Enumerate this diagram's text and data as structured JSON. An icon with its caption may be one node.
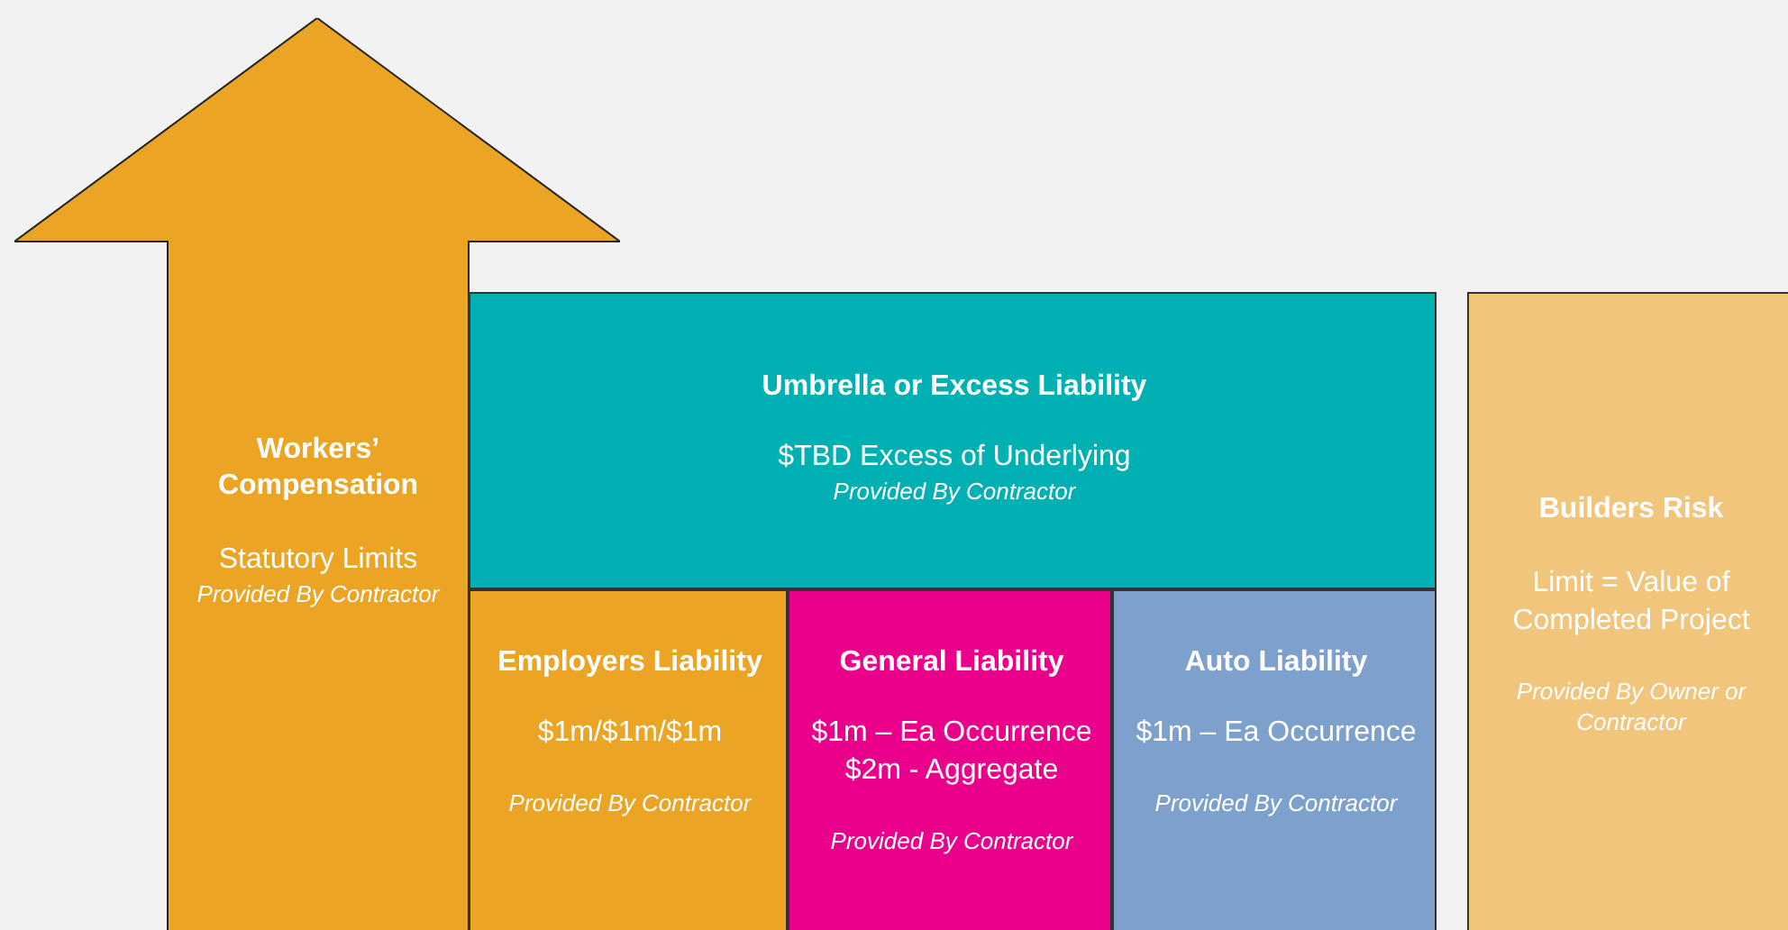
{
  "diagram": {
    "nodes": [
      {
        "text": [
          "Workers’ Compensation",
          "Statutory Limits",
          "Provided By Contractor"
        ]
      },
      {
        "text": [
          "Umbrella or Excess Liability",
          "$TBD Excess of Underlying",
          "Provided By Contractor"
        ]
      },
      {
        "text": [
          "Employers Liability",
          "$1m/$1m/$1m",
          "Provided By Contractor"
        ]
      },
      {
        "text": [
          "General Liability",
          "$1m – Ea Occurrence $2m - Aggregate",
          "Provided By Contractor"
        ]
      },
      {
        "text": [
          "Auto Liability",
          "$1m – Ea Occurrence",
          "Provided By Contractor"
        ]
      },
      {
        "text": [
          "Builders Risk",
          "Limit = Value of Completed Project",
          "Provided By Owner or Contractor"
        ]
      }
    ]
  }
}
